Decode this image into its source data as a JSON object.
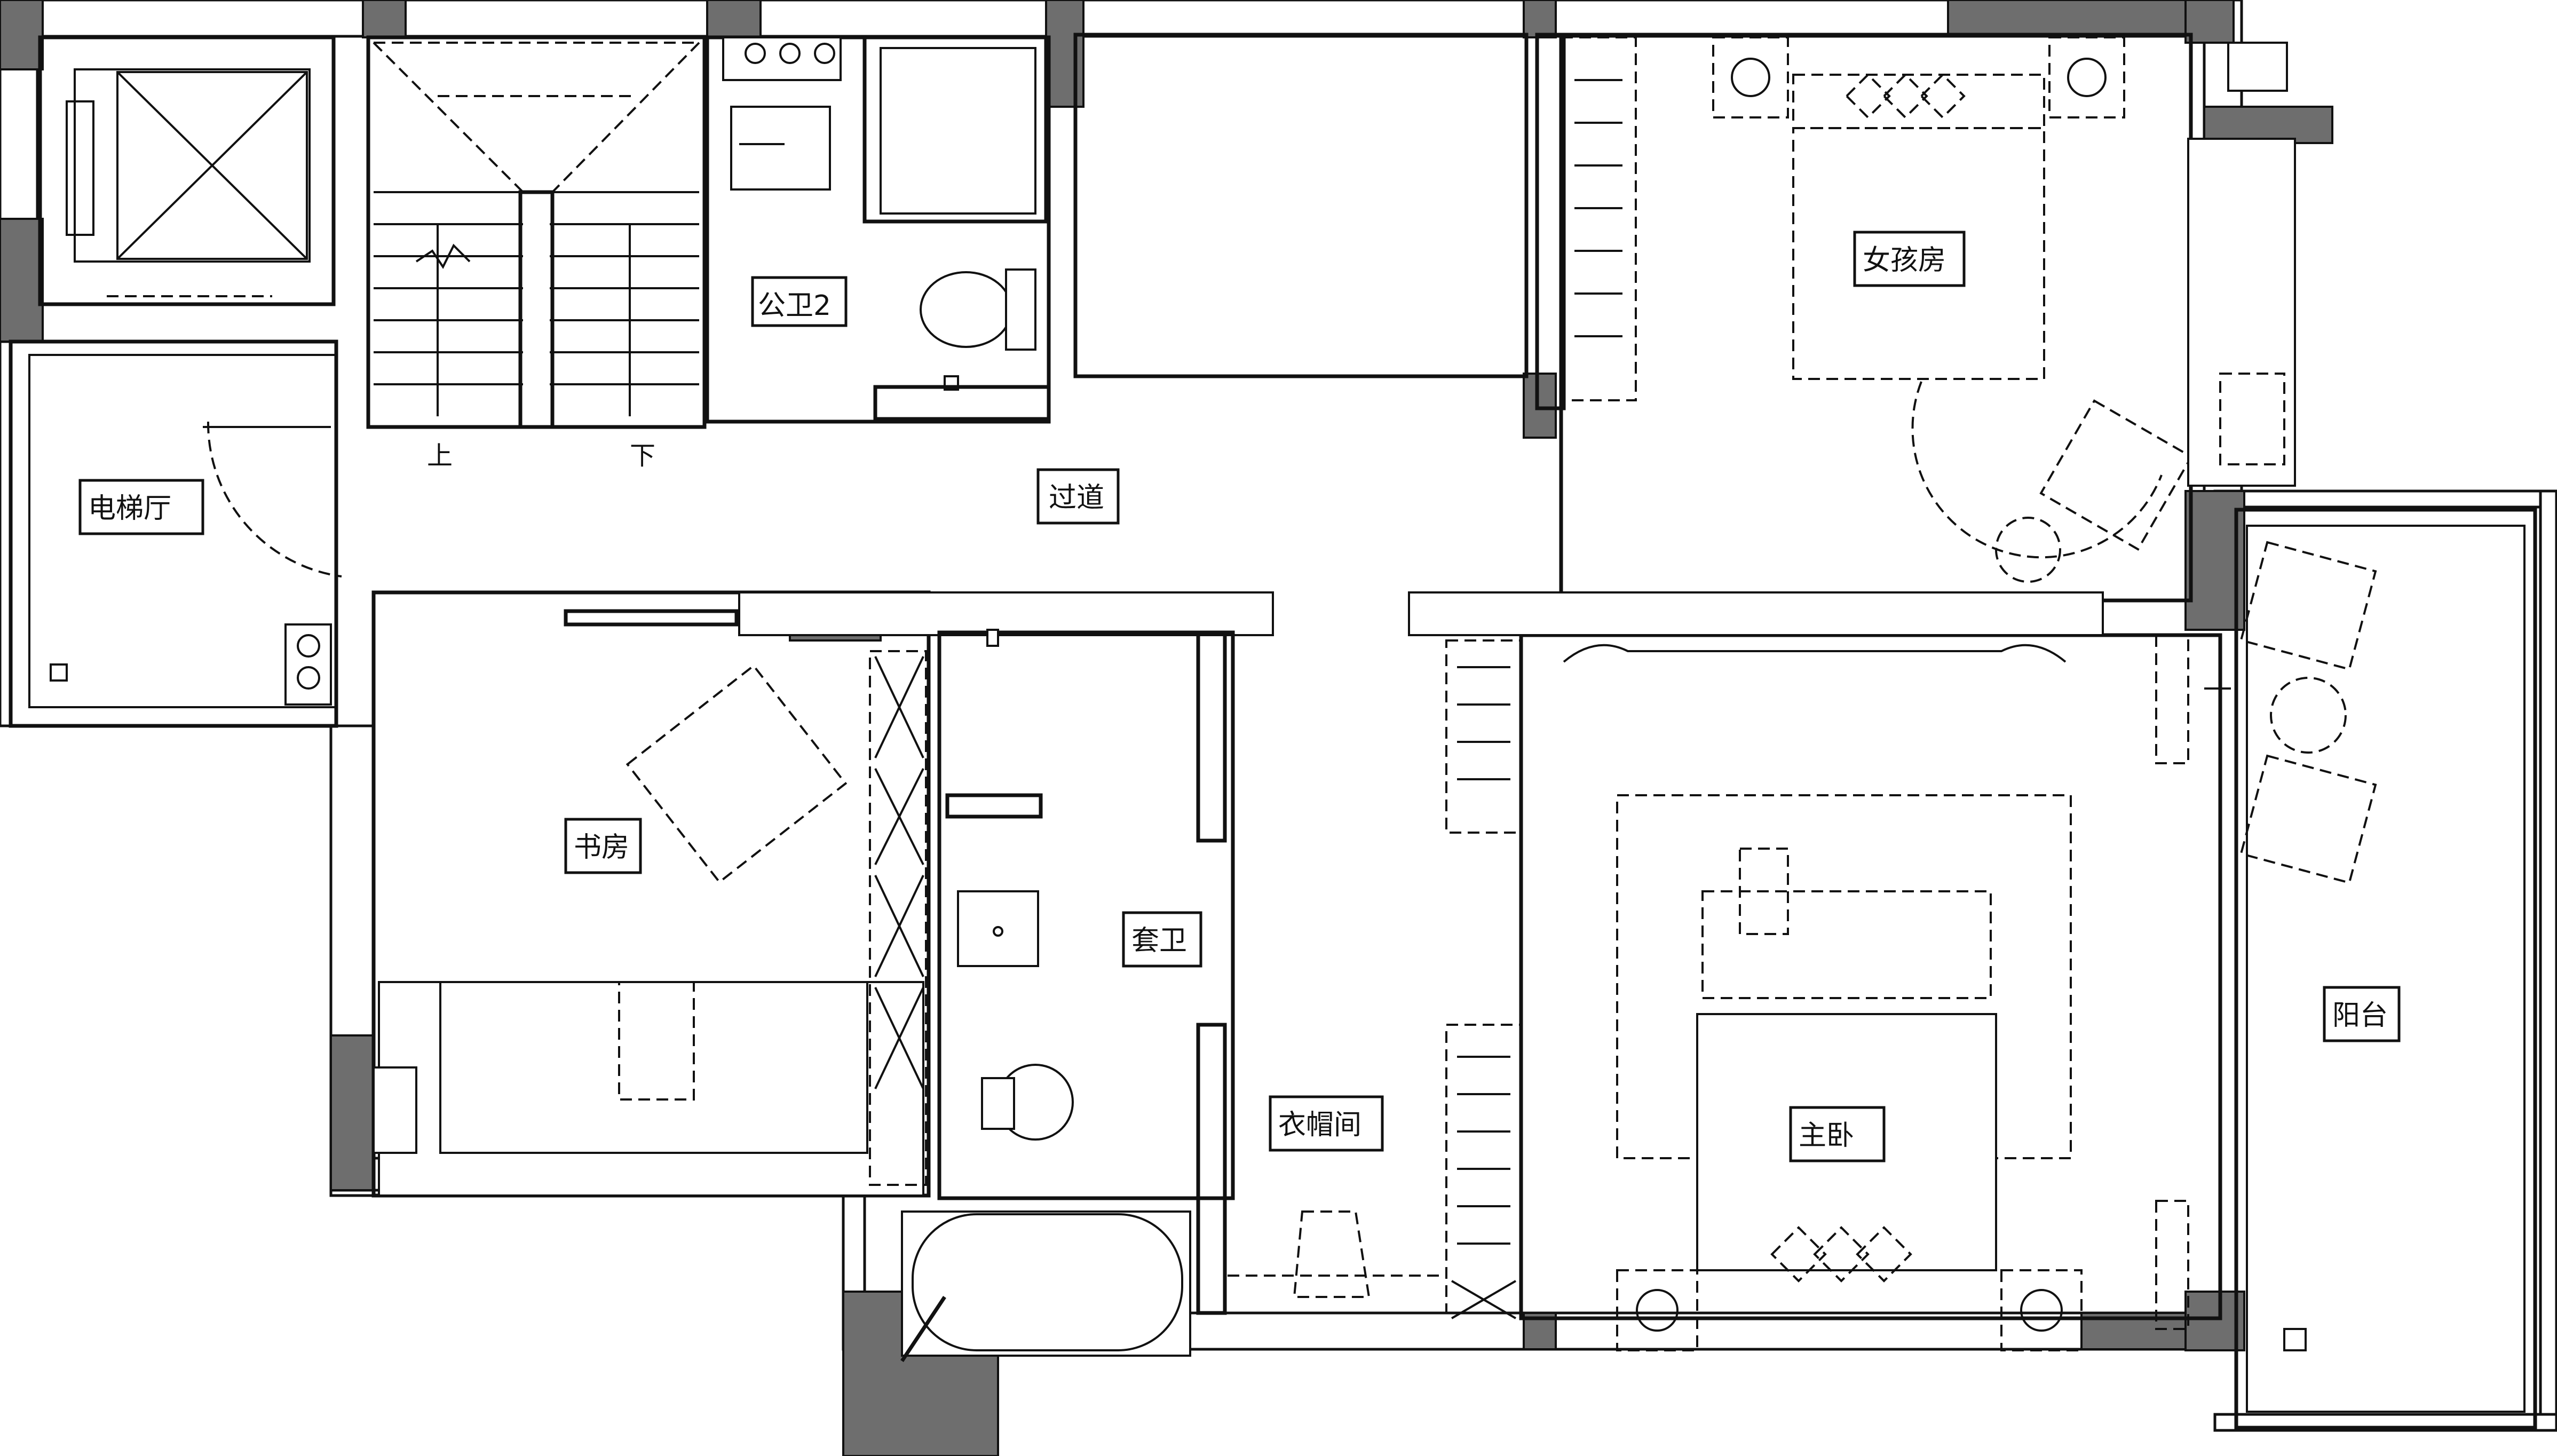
{
  "rooms": {
    "elevator_hall": "电梯厅",
    "stairs_up": "上",
    "stairs_down": "下",
    "public_bath": "公卫2",
    "corridor": "过道",
    "girl_room": "女孩房",
    "study": "书房",
    "ensuite_bath": "套卫",
    "cloakroom": "衣帽间",
    "master_bedroom": "主卧",
    "balcony": "阳台"
  }
}
